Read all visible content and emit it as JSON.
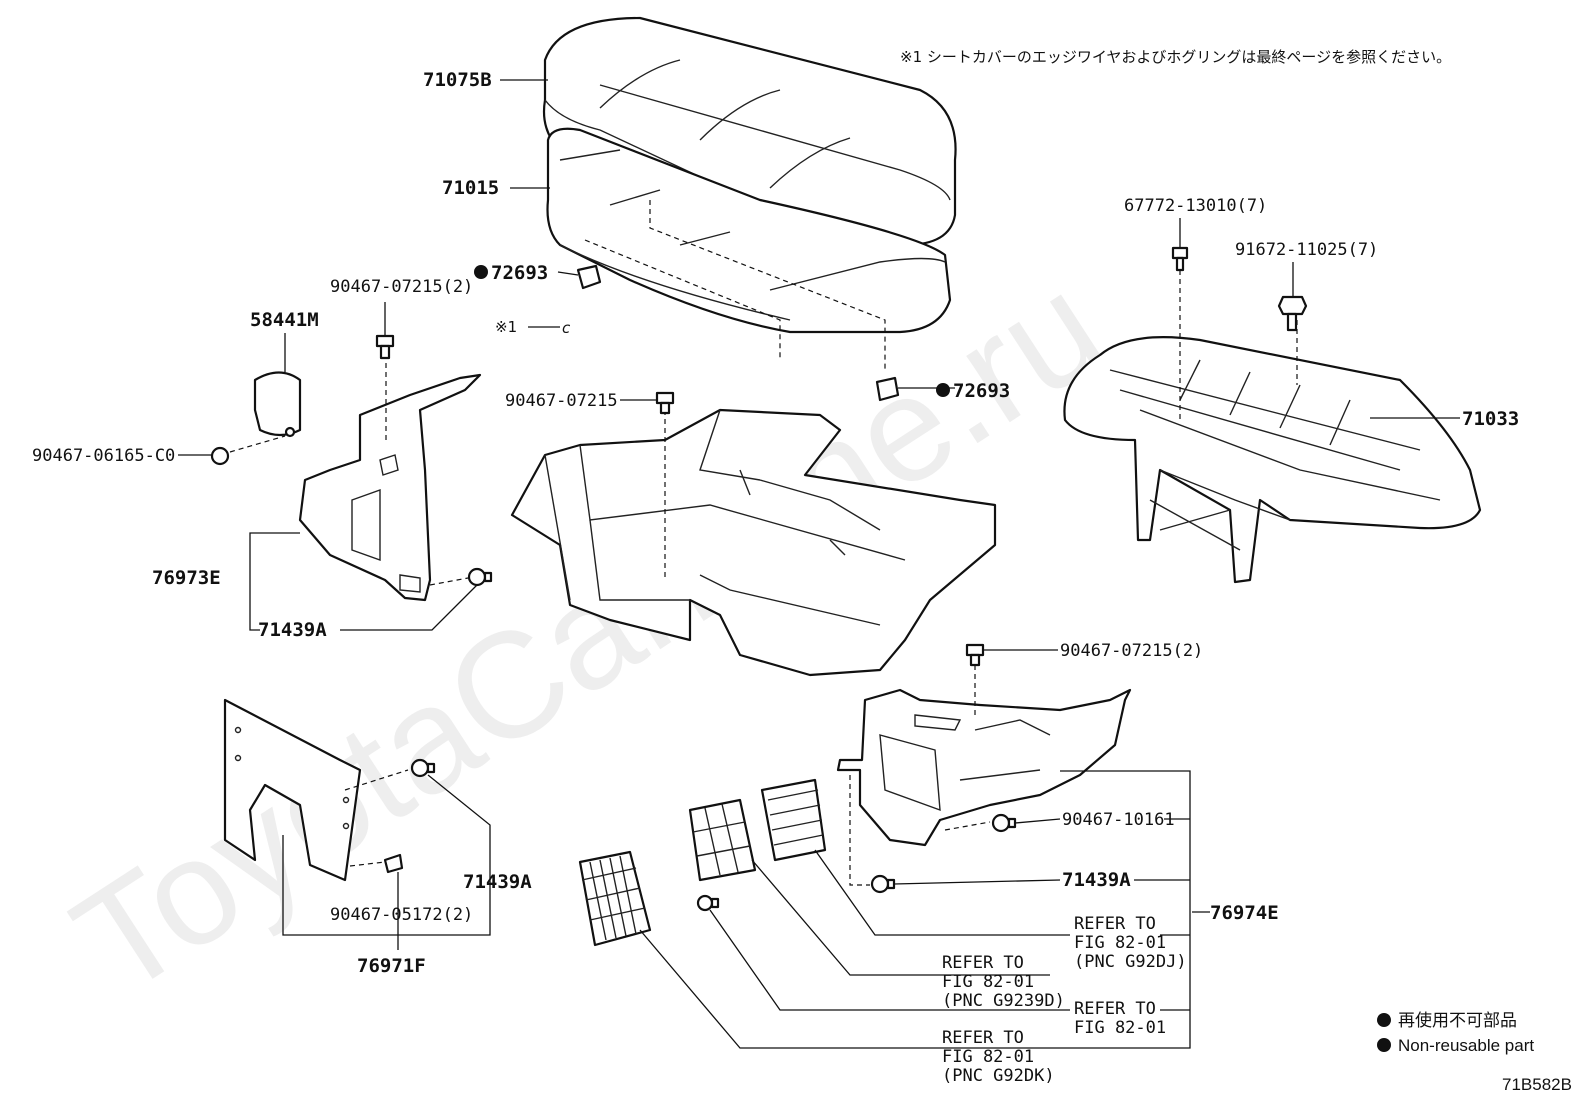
{
  "note": "※1 シートカバーのエッジワイヤおよびホグリングは最終ページを参照ください。",
  "watermark": "ToyotaCarMine.ru",
  "figure_code": "71B582B",
  "legend": {
    "item1": "再使用不可部品",
    "item2": "Non-reusable part"
  },
  "labels": {
    "p71075B": "71075B",
    "p71015": "71015",
    "p72693_a": "72693",
    "p72693_b": "72693",
    "p90467_07215_2a": "90467-07215(2)",
    "p58441M": "58441M",
    "ref1": "※1",
    "ref1_c": "c",
    "p90467_06165": "90467-06165-C0",
    "p76973E": "76973E",
    "p71439A_a": "71439A",
    "p90467_07215": "90467-07215",
    "p67772": "67772-13010(7)",
    "p91672": "91672-11025(7)",
    "p71033": "71033",
    "p90467_07215_2b": "90467-07215(2)",
    "p90467_10161": "90467-10161",
    "p71439A_b": "71439A",
    "p76974E": "76974E",
    "p71439A_c": "71439A",
    "p90467_05172": "90467-05172(2)",
    "p76971F": "76971F",
    "ref_a1": "REFER TO",
    "ref_a2": "FIG 82-01",
    "ref_a3": "(PNC G92DJ)",
    "ref_b1": "REFER TO",
    "ref_b2": "FIG 82-01",
    "ref_b3": "(PNC G9239D)",
    "ref_c1": "REFER TO",
    "ref_c2": "FIG 82-01",
    "ref_d1": "REFER TO",
    "ref_d2": "FIG 82-01",
    "ref_d3": "(PNC G92DK)"
  }
}
